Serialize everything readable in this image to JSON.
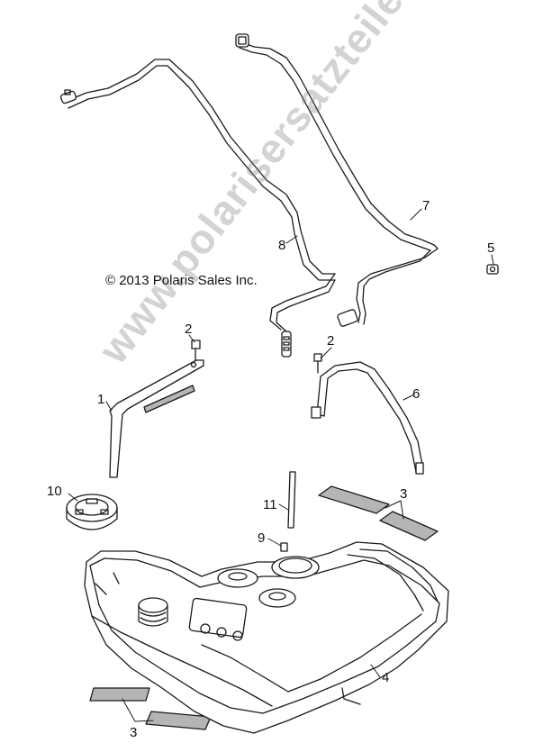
{
  "copyright": "© 2013 Polaris Sales Inc.",
  "watermark": "www.polarisersatzteile.de",
  "callouts": [
    {
      "id": "c1",
      "label": "1"
    },
    {
      "id": "c2a",
      "label": "2"
    },
    {
      "id": "c2b",
      "label": "2"
    },
    {
      "id": "c3a",
      "label": "3"
    },
    {
      "id": "c3b",
      "label": "3"
    },
    {
      "id": "c4",
      "label": "4"
    },
    {
      "id": "c5",
      "label": "5"
    },
    {
      "id": "c6",
      "label": "6"
    },
    {
      "id": "c7",
      "label": "7"
    },
    {
      "id": "c8",
      "label": "8"
    },
    {
      "id": "c9",
      "label": "9"
    },
    {
      "id": "c10",
      "label": "10"
    },
    {
      "id": "c11",
      "label": "11"
    }
  ],
  "colors": {
    "line": "#1a1a1a",
    "fill": "#ffffff",
    "pad": "#b5b5b5"
  }
}
